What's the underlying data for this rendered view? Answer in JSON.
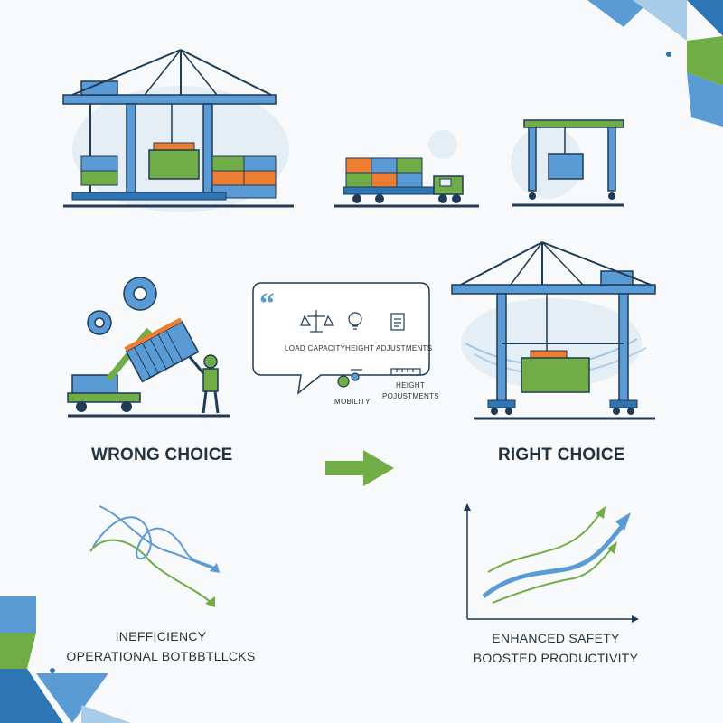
{
  "colors": {
    "blue": "#5b9bd5",
    "dark_blue": "#2e75b6",
    "green": "#70ad47",
    "orange": "#ed7d31",
    "navy": "#1f3b57",
    "text": "#23323f",
    "blob": "#e6eef5"
  },
  "callout": {
    "items": [
      {
        "label": "LOAD CAPACITY",
        "icon": "scale-icon"
      },
      {
        "label": "HEIGHT ADJUSTMENTS",
        "icon": "lightbulb-icon"
      },
      {
        "label": "",
        "icon": "clipboard-icon"
      },
      {
        "label": "MOBILITY",
        "icon": "gears-icon"
      },
      {
        "label": "HEIGHT\nPOJUSTMENTS",
        "icon": "ruler-icon"
      }
    ],
    "height_line1": "HEIGHT",
    "height_line2": "POJUSTMENTS",
    "quote_icon": "quote-icon"
  },
  "wrong": {
    "title": "WRONG CHOICE",
    "line1": "INEFFICIENCY",
    "line2": "OPERATIONAL BOTBBTLLCKS"
  },
  "right": {
    "title": "RIGHT CHOICE",
    "line1": "ENHANCED SAFETY",
    "line2": "BOOSTED PRODUCTIVITY"
  }
}
